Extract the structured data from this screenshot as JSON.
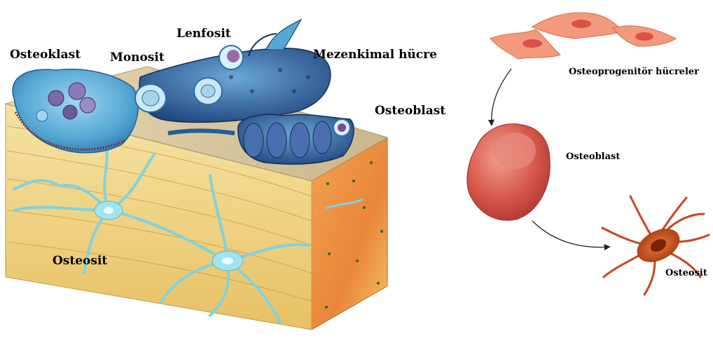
{
  "labels": {
    "osteoklast": "Osteoklast",
    "monosit": "Monosit",
    "lenfosit": "Lenfosit",
    "mezenkimal": "Mezenkimal hücre",
    "osteoblast_left": "Osteoblast",
    "osteosit_left": "Osteosit",
    "osteoprogenitor": "Osteoprogenitör hücreler",
    "osteoblast_right": "Osteoblast",
    "osteosit_right": "Osteosit"
  },
  "colors": {
    "bone_top": "#d9c8a0",
    "bone_front": "#f0d98a",
    "bone_side": "#e98a3c",
    "cell_blue": "#4f9ccc",
    "cell_dark": "#1f4f86",
    "osteocyte_cyan": "#7fd3e0",
    "progenitor": "#f08a6c",
    "osteoblast_red": "#d9524a",
    "osteocyte_red": "#c8461e"
  }
}
